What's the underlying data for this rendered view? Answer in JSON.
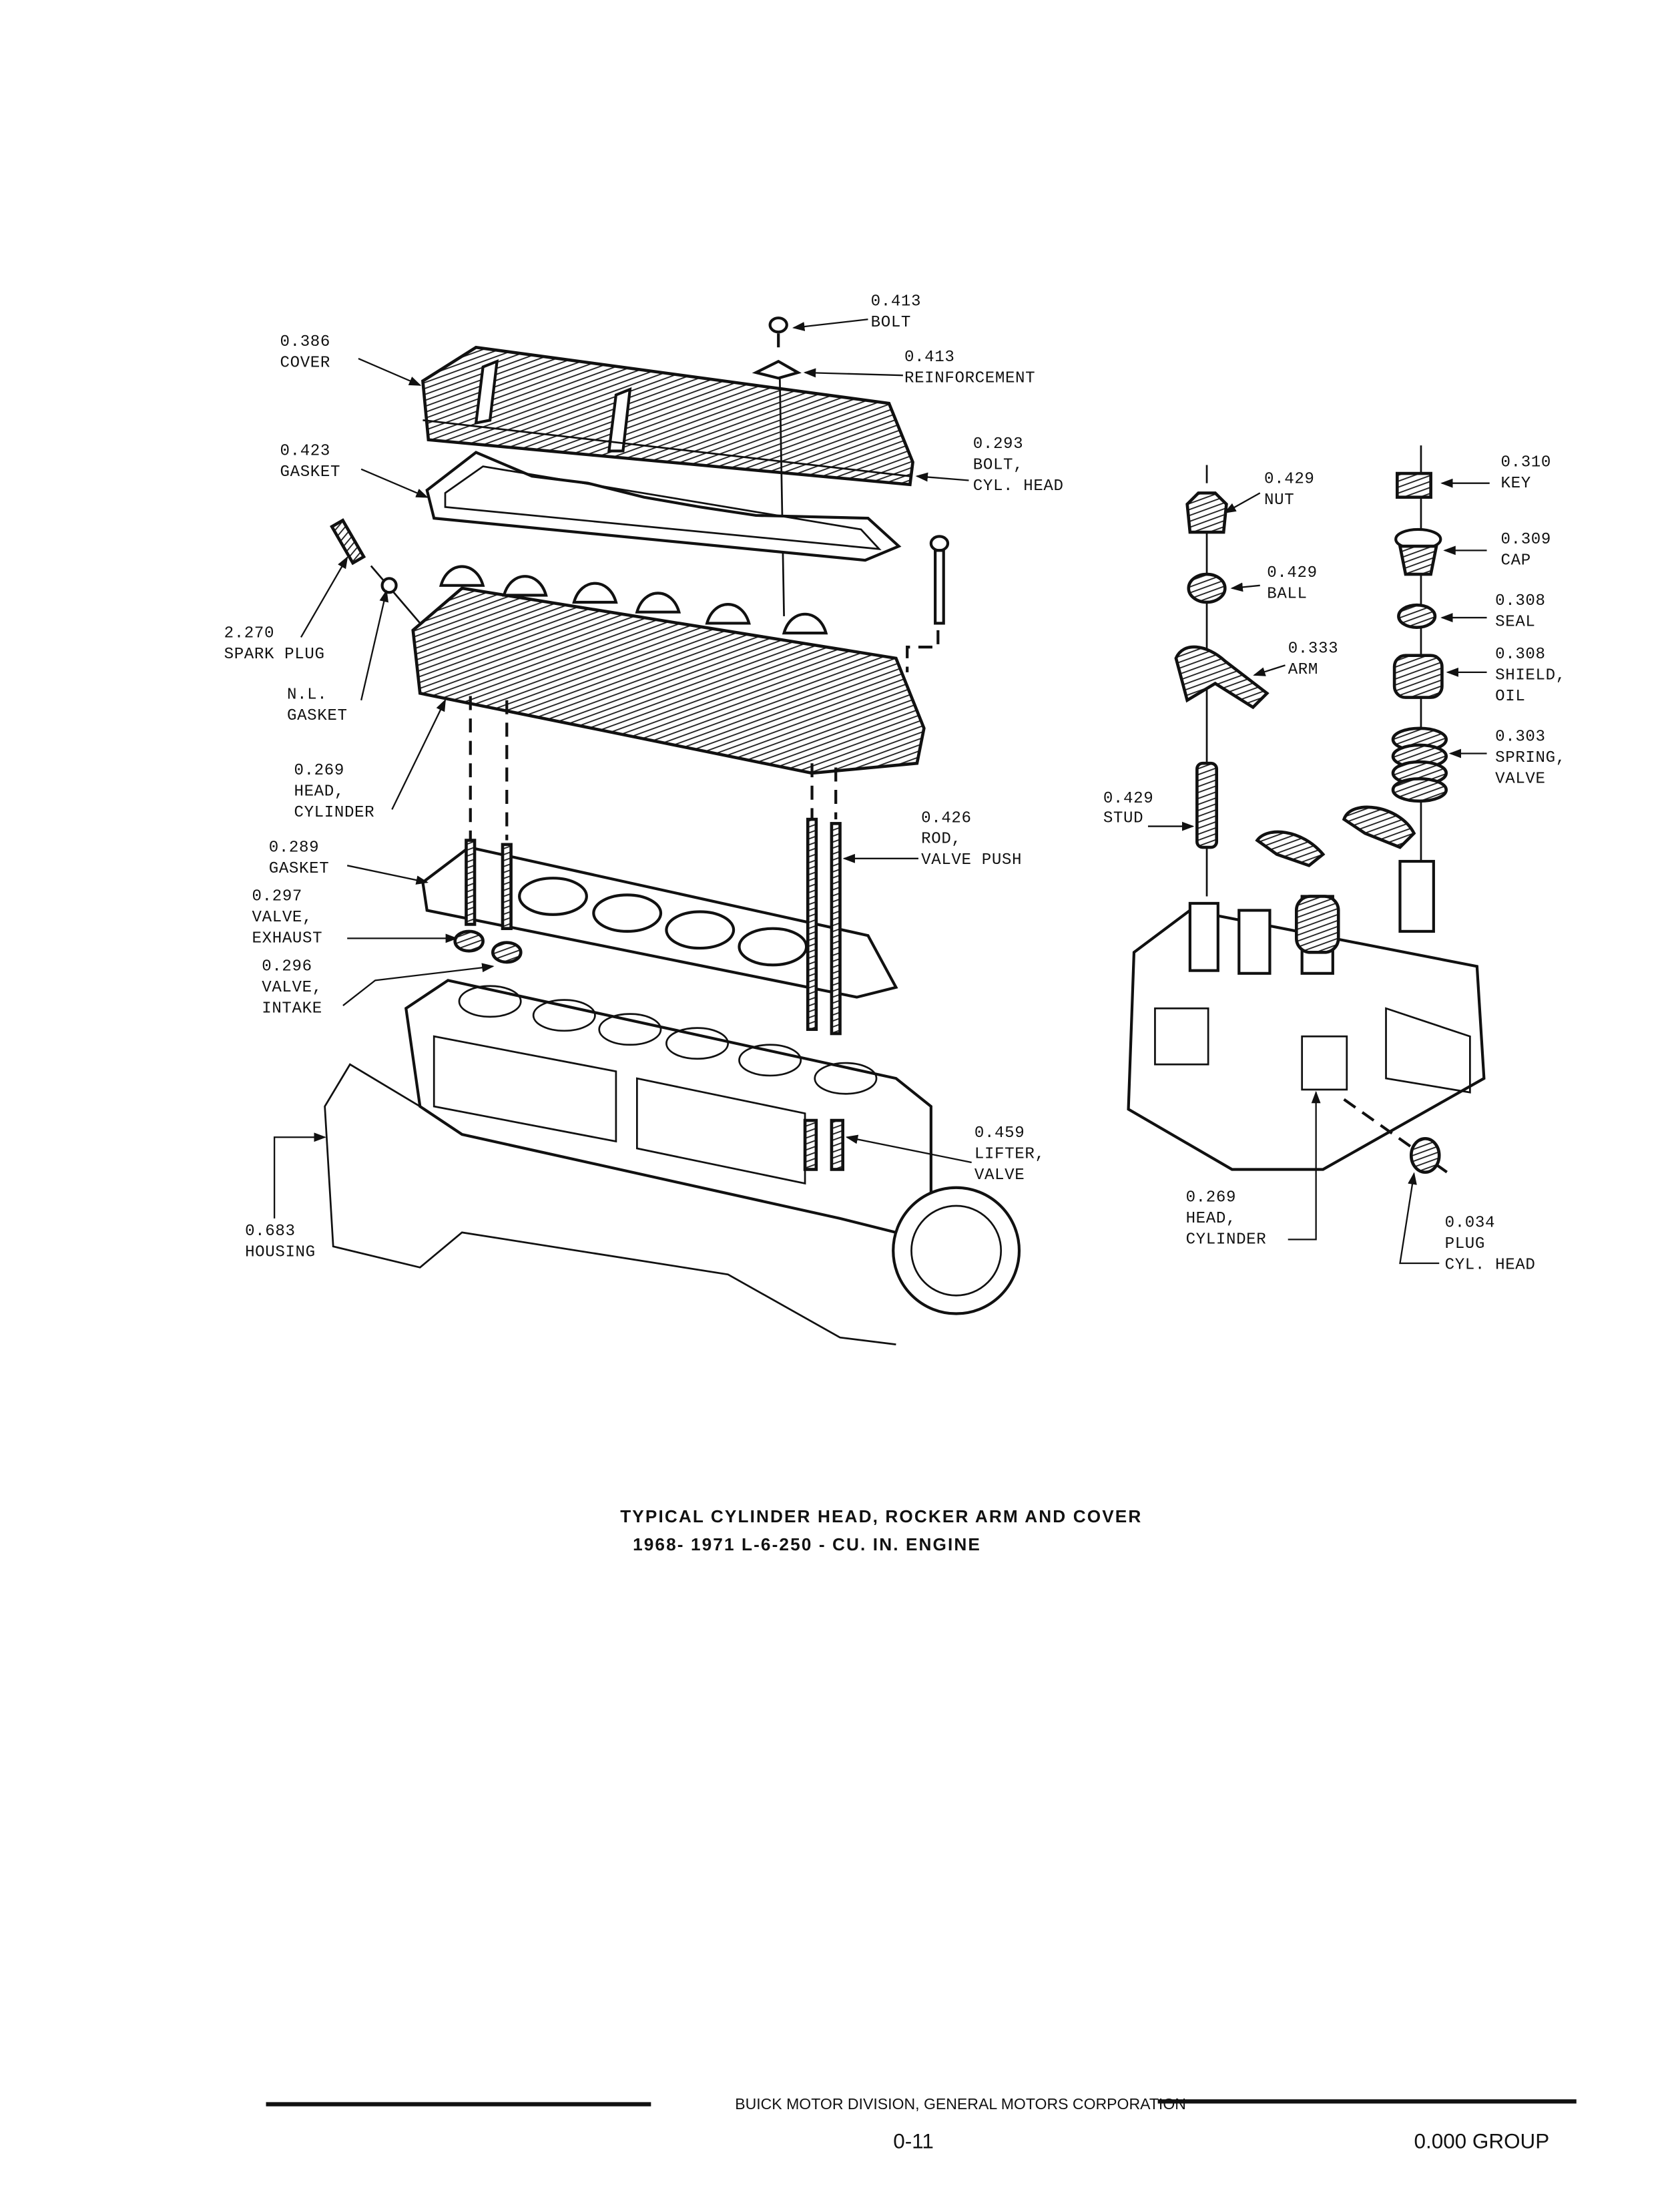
{
  "labels": {
    "bolt_top": [
      "0.413",
      "BOLT"
    ],
    "reinforcement": [
      "0.413",
      "REINFORCEMENT"
    ],
    "cover": [
      "0.386",
      "COVER"
    ],
    "gasket_cover": [
      "0.423",
      "GASKET"
    ],
    "bolt_cyl_head": [
      "0.293",
      "BOLT,",
      "CYL. HEAD"
    ],
    "spark_plug": [
      "2.270",
      "SPARK PLUG"
    ],
    "nl_gasket": [
      "N.L.",
      "GASKET"
    ],
    "head_cylinder_left": [
      "0.269",
      "HEAD,",
      "CYLINDER"
    ],
    "gasket_head": [
      "0.289",
      "GASKET"
    ],
    "valve_exhaust": [
      "0.297",
      "VALVE,",
      "EXHAUST"
    ],
    "valve_intake": [
      "0.296",
      "VALVE,",
      "INTAKE"
    ],
    "rod_valve_push": [
      "0.426",
      "ROD,",
      "VALVE PUSH"
    ],
    "lifter_valve": [
      "0.459",
      "LIFTER,",
      "VALVE"
    ],
    "housing": [
      "0.683",
      "HOUSING"
    ],
    "nut": [
      "0.429",
      "NUT"
    ],
    "ball": [
      "0.429",
      "BALL"
    ],
    "arm": [
      "0.333",
      "ARM"
    ],
    "stud": [
      "0.429",
      "STUD"
    ],
    "key": [
      "0.310",
      "KEY"
    ],
    "cap": [
      "0.309",
      "CAP"
    ],
    "seal": [
      "0.308",
      "SEAL"
    ],
    "shield_oil": [
      "0.308",
      "SHIELD,",
      "OIL"
    ],
    "spring_valve": [
      "0.303",
      "SPRING,",
      "VALVE"
    ],
    "head_cylinder_right": [
      "0.269",
      "HEAD,",
      "CYLINDER"
    ],
    "plug_cyl_head": [
      "0.034",
      "PLUG",
      "CYL. HEAD"
    ]
  },
  "caption": {
    "line1": "TYPICAL CYLINDER HEAD, ROCKER ARM AND COVER",
    "line2": "1968- 1971  L-6-250 - CU. IN. ENGINE"
  },
  "footer": {
    "publisher": "BUICK MOTOR DIVISION, GENERAL MOTORS CORPORATION",
    "page_number": "0-11",
    "group": "0.000 GROUP"
  }
}
